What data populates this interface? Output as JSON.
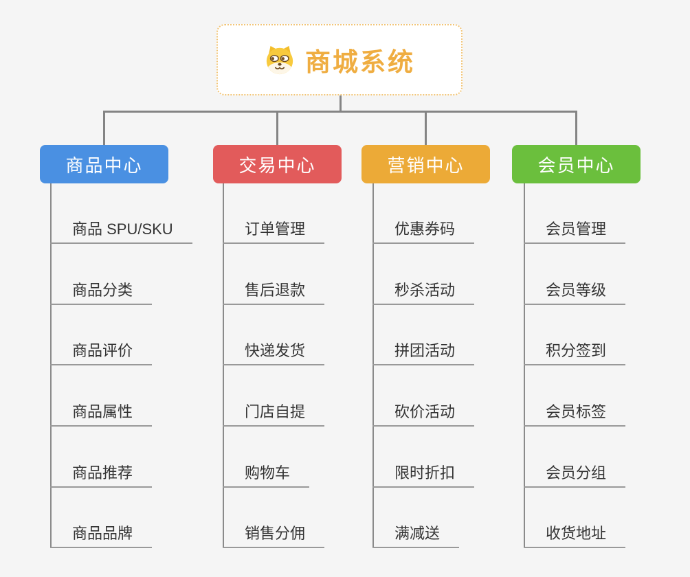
{
  "page": {
    "background": "#f5f5f5",
    "connector_color": "#848484",
    "underline_color": "#999999"
  },
  "root": {
    "title": "商城系统",
    "icon": "shiba-dog-icon",
    "text_color": "#efad41",
    "border_color": "#f2c577"
  },
  "branches": [
    {
      "label": "商品中心",
      "color": "#4a90e2",
      "items": [
        "商品 SPU/SKU",
        "商品分类",
        "商品评价",
        "商品属性",
        "商品推荐",
        "商品品牌"
      ]
    },
    {
      "label": "交易中心",
      "color": "#e25b5b",
      "items": [
        "订单管理",
        "售后退款",
        "快递发货",
        "门店自提",
        "购物车",
        "销售分佣"
      ]
    },
    {
      "label": "营销中心",
      "color": "#ecaa37",
      "items": [
        "优惠券码",
        "秒杀活动",
        "拼团活动",
        "砍价活动",
        "限时折扣",
        "满减送"
      ]
    },
    {
      "label": "会员中心",
      "color": "#6bbf3d",
      "items": [
        "会员管理",
        "会员等级",
        "积分签到",
        "会员标签",
        "会员分组",
        "收货地址"
      ]
    }
  ]
}
